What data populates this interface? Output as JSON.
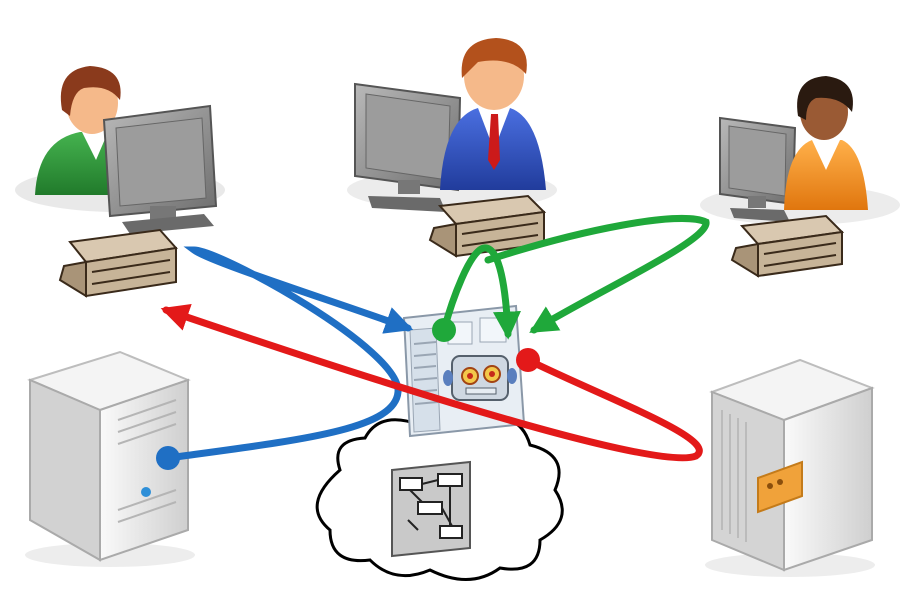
{
  "diagram": {
    "colors": {
      "background": "#ffffff",
      "blue_flow": "#1f6fc4",
      "red_flow": "#e31919",
      "green_flow": "#1fa83a",
      "shirt_green": "#2e9a3a",
      "suit_blue": "#2f52c0",
      "shirt_orange": "#f08a1c",
      "tie_red": "#cc1a1a",
      "hair_auburn": "#8a3a1c",
      "hair_dark": "#2a1a10",
      "skin_light": "#f5b98a",
      "skin_dark": "#9a5a34",
      "monitor_gray": "#8d8d8d",
      "server_gray": "#e3e3e3",
      "server_panel_orange": "#f0a23a"
    },
    "nodes": [
      {
        "id": "user-left",
        "icon": "user-workstation-icon"
      },
      {
        "id": "user-center",
        "icon": "user-workstation-icon"
      },
      {
        "id": "user-right",
        "icon": "user-workstation-icon"
      },
      {
        "id": "server-left",
        "icon": "tower-server-icon"
      },
      {
        "id": "server-right",
        "icon": "tower-server-icon"
      },
      {
        "id": "robot-agent",
        "icon": "robot-agent-icon"
      },
      {
        "id": "thought-cloud",
        "icon": "workflow-flowchart-icon"
      }
    ],
    "connections": [
      {
        "id": "blue-flow",
        "color": "blue",
        "from": "server-left",
        "to": "robot-agent",
        "style": "loop-arrow"
      },
      {
        "id": "red-flow",
        "color": "red",
        "from": "robot-agent",
        "to": "user-left",
        "style": "loop-arrow"
      },
      {
        "id": "green-flow",
        "color": "green",
        "from": "user-right",
        "to": "robot-agent",
        "style": "double-arrow"
      }
    ]
  }
}
